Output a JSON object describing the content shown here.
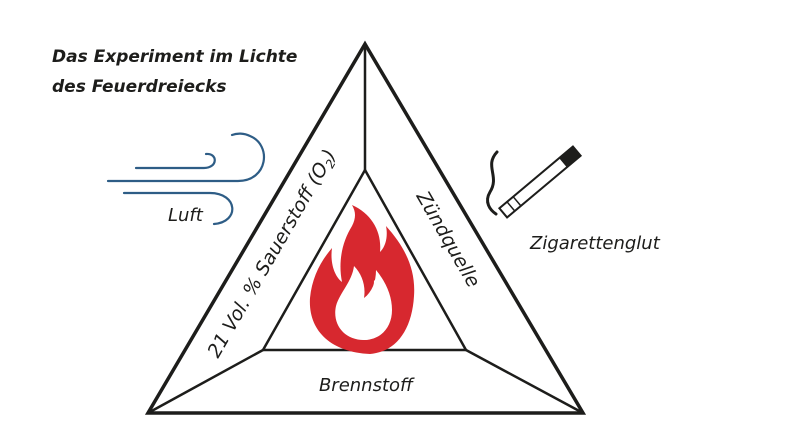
{
  "title": {
    "line1": "Das Experiment im Lichte",
    "line2": "des Feuerdreiecks"
  },
  "labels": {
    "air": "Luft",
    "ignition_source_example": "Zigarettenglut",
    "fuel": "Brennstoff",
    "ignition_source": "Zündquelle",
    "oxygen_prefix": "21 Vol. % Sauerstoff (O",
    "oxygen_subscript": "2",
    "oxygen_suffix": ")"
  },
  "colors": {
    "outline": "#1d1d1b",
    "wind": "#2e5d86",
    "flame": "#d7282f",
    "cigarette_tip": "#1d1d1b"
  },
  "icons": [
    "wind-icon",
    "cigarette-icon",
    "flame-icon"
  ]
}
